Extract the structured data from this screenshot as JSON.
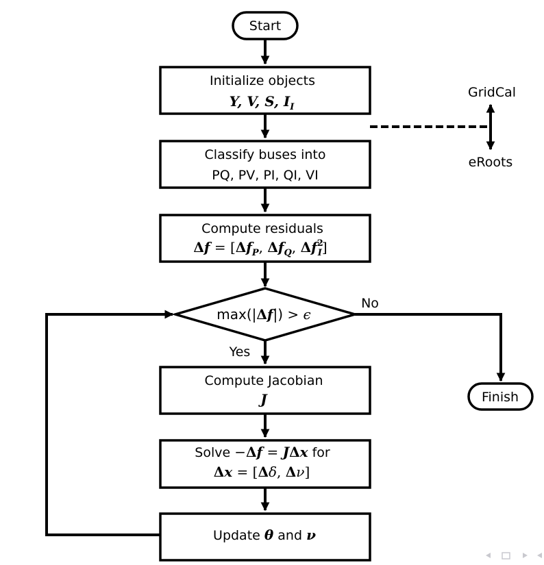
{
  "nodes": {
    "start": {
      "label": "Start"
    },
    "initialize": {
      "line1": "Initialize objects",
      "line2": "Y, V, S, I_I"
    },
    "classify": {
      "line1": "Classify buses into",
      "line2": "PQ, PV, PI, QI, VI"
    },
    "residuals": {
      "line1": "Compute residuals",
      "line2": "Δf = [Δf_P, Δf_Q, Δf_I^2]"
    },
    "decision": {
      "label": "max(|Δf|) > ϵ",
      "yes": "Yes",
      "no": "No"
    },
    "jacobian": {
      "line1": "Compute Jacobian",
      "line2": "J"
    },
    "solve": {
      "line1": "Solve −Δf = JΔx for",
      "line2": "Δx = [Δδ, Δν]"
    },
    "update": {
      "label": "Update θ and ν"
    },
    "finish": {
      "label": "Finish"
    }
  },
  "side_labels": {
    "top": "GridCal",
    "bottom": "eRoots"
  },
  "colors": {
    "stroke": "#000000",
    "background": "#ffffff",
    "nav": "#c9c9cf"
  }
}
